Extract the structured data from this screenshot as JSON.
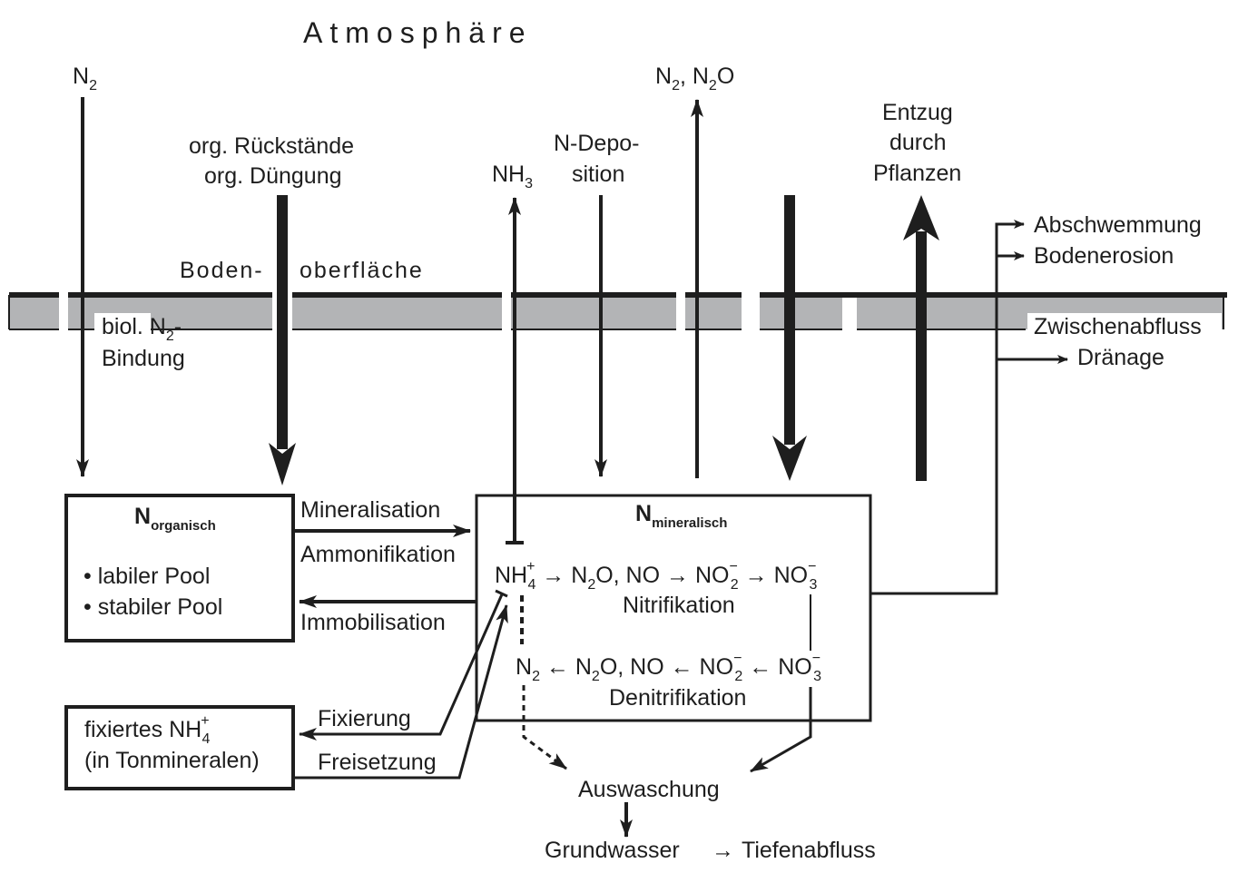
{
  "diagram": {
    "title": "Atmosphäre",
    "colors": {
      "ink": "#1e1e1e",
      "soil_band": "#b3b4b6",
      "background": "#ffffff"
    },
    "atmosphere_labels": {
      "n2_in": {
        "main": "N",
        "sub": "2"
      },
      "org_residues_line1": "org. Rückstände",
      "org_residues_line2": "org. Düngung",
      "nh3": {
        "main": "NH",
        "sub": "3"
      },
      "n_deposition_line1": "N-Depo-",
      "n_deposition_line2": "sition",
      "n2_n2o": {
        "a": "N",
        "a_sub": "2",
        "sep": ", N",
        "b_sub": "2",
        "b_end": "O"
      },
      "uptake_line1": "Entzug",
      "uptake_line2": "durch",
      "uptake_line3": "Pflanzen"
    },
    "surface": {
      "label_left": "Boden-",
      "label_right": "oberfläche",
      "biol_fixation_line1": "biol. N",
      "biol_fixation_sub": "2",
      "biol_fixation_dash": "-",
      "biol_fixation_line2": "Bindung"
    },
    "losses": {
      "runoff": "Abschwemmung",
      "erosion": "Bodenerosion",
      "interflow": "Zwischenabfluss",
      "drainage": "Dränage"
    },
    "n_organic_box": {
      "title_main": "N",
      "title_sub": "organisch",
      "items": [
        "• labiler Pool",
        "• stabiler Pool"
      ]
    },
    "n_mineral_box": {
      "title_main": "N",
      "title_sub": "mineralisch",
      "nitrification_chain": {
        "nh4": "NH",
        "nh4_sub": "4",
        "nh4_sup": "+",
        "arrow1": " → N",
        "n2o_sub": "2",
        "n2o_rest": "O, NO → NO",
        "no2_sub": "2",
        "no2_sup": "−",
        "arrow3": " → NO",
        "no3_sub": "3",
        "no3_sup": "−"
      },
      "nitrification_label": "Nitrifikation",
      "denitrification_chain": {
        "n2": "N",
        "n2_sub": "2",
        "arrow1": " ← N",
        "n2o_sub": "2",
        "n2o_rest": "O, NO ← NO",
        "no2_sub": "2",
        "no2_sup": "−",
        "arrow3": " ← NO",
        "no3_sub": "3",
        "no3_sup": "−"
      },
      "denitrification_label": "Denitrifikation"
    },
    "exchange_labels": {
      "mineralisation": "Mineralisation",
      "ammonification": "Ammonifikation",
      "immobilisation": "Immobilisation",
      "fixation": "Fixierung",
      "release": "Freisetzung"
    },
    "fixed_box": {
      "line1": "fixiertes NH",
      "line1_sub": "4",
      "line1_sup": "+",
      "line2": "(in Tonmineralen)"
    },
    "leaching": {
      "label": "Auswaschung",
      "groundwater": "Grundwasser",
      "arrow": "→",
      "deep_runoff": "Tiefenabfluss"
    }
  }
}
